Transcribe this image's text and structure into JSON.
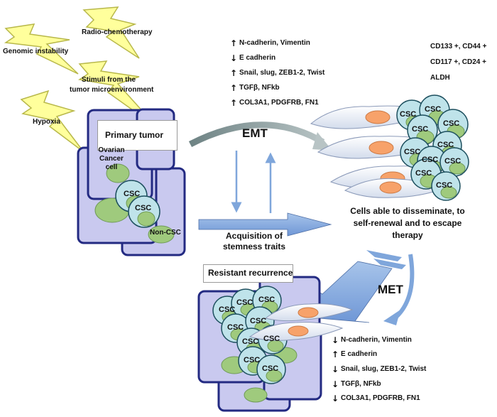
{
  "stimuli": {
    "genomic": "Genomic instability",
    "radio": "Radio-chemotherapy",
    "stimuli_1": "Stimuli from the",
    "stimuli_2": "tumor microenvironment",
    "hypoxia": "Hypoxia"
  },
  "primary": {
    "title": "Primary tumor",
    "ovarian_1": "Ovarian",
    "ovarian_2": "Cancer",
    "ovarian_3": "cell",
    "csc": "CSC",
    "non_csc": "Non-CSC"
  },
  "emt": {
    "label": "EMT",
    "markers": [
      {
        "dir": "up",
        "text": "N-cadherin, Vimentin"
      },
      {
        "dir": "down",
        "text": "E cadherin"
      },
      {
        "dir": "up",
        "text": "Snail, slug, ZEB1-2, Twist"
      },
      {
        "dir": "up",
        "text": "TGFβ, NFkb"
      },
      {
        "dir": "up",
        "text": "COL3A1, PDGFRB, FN1"
      }
    ]
  },
  "surface_markers": [
    "CD133 +, CD44 +",
    "CD117 +, CD24 +",
    "ALDH"
  ],
  "acquisition": {
    "line1": "Acquisition of",
    "line2": "stemness traits"
  },
  "disseminate": {
    "line1": "Cells able to disseminate, to",
    "line2": "self-renewal and to escape",
    "line3": "therapy"
  },
  "met": {
    "label": "MET",
    "markers": [
      {
        "dir": "down",
        "text": "N-cadherin, Vimentin"
      },
      {
        "dir": "up",
        "text": "E cadherin"
      },
      {
        "dir": "down",
        "text": "Snail, slug, ZEB1-2, Twist"
      },
      {
        "dir": "down",
        "text": "TGFβ, NFkb"
      },
      {
        "dir": "down",
        "text": "COL3A1, PDGFRB, FN1"
      }
    ]
  },
  "recurrence": {
    "title": "Resistant recurrence",
    "csc": "CSC"
  },
  "colors": {
    "tumor_fill": "#c9c9ef",
    "tumor_border": "#232a82",
    "csc_fill": "#bfe3ea",
    "csc_border": "#1d4f5e",
    "nucleus": "#9fca7d",
    "nucleus_border": "#6f9a57",
    "orange_nucleus": "#f7a26a",
    "bolt_fill": "#ffff9c",
    "bolt_border": "#b8b84a",
    "arrow_blue": "#7fa6db",
    "arrow_gray": "#8a9d9e"
  }
}
